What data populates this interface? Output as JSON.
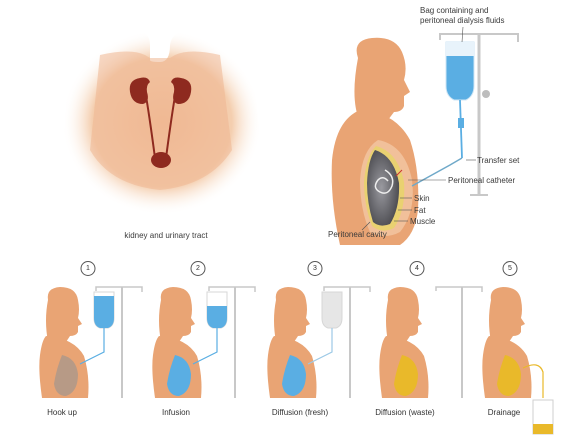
{
  "colors": {
    "skin": "#e9a474",
    "skin_light": "#f3c9a6",
    "kidney": "#8e2a1f",
    "fresh_fluid": "#5aaee3",
    "waste_fluid": "#e9b92a",
    "pole": "#c8c8c8",
    "cavity": "#6b6b70"
  },
  "top_left": {
    "caption": "kidney and urinary tract"
  },
  "top_right": {
    "bag_label": "Bag containing and peritoneal dialysis fluids",
    "bag_label_line1": "Bag containing and",
    "bag_label_line2": "peritoneal dialysis fluids",
    "transfer_set": "Transfer set",
    "catheter": "Peritoneal catheter",
    "skin": "Skin",
    "fat": "Fat",
    "muscle": "Muscle",
    "cavity": "Peritoneal cavity"
  },
  "steps": [
    {
      "number": "1",
      "label": "Hook up",
      "bag": "blue",
      "belly": "grey"
    },
    {
      "number": "2",
      "label": "Infusion",
      "bag": "blue-white",
      "belly": "blue"
    },
    {
      "number": "3",
      "label": "Diffusion (fresh)",
      "bag": "white",
      "belly": "blue"
    },
    {
      "number": "4",
      "label": "Diffusion (waste)",
      "bag": "none",
      "belly": "yellow"
    },
    {
      "number": "5",
      "label": "Drainage",
      "bag": "drain",
      "belly": "yellow"
    }
  ]
}
